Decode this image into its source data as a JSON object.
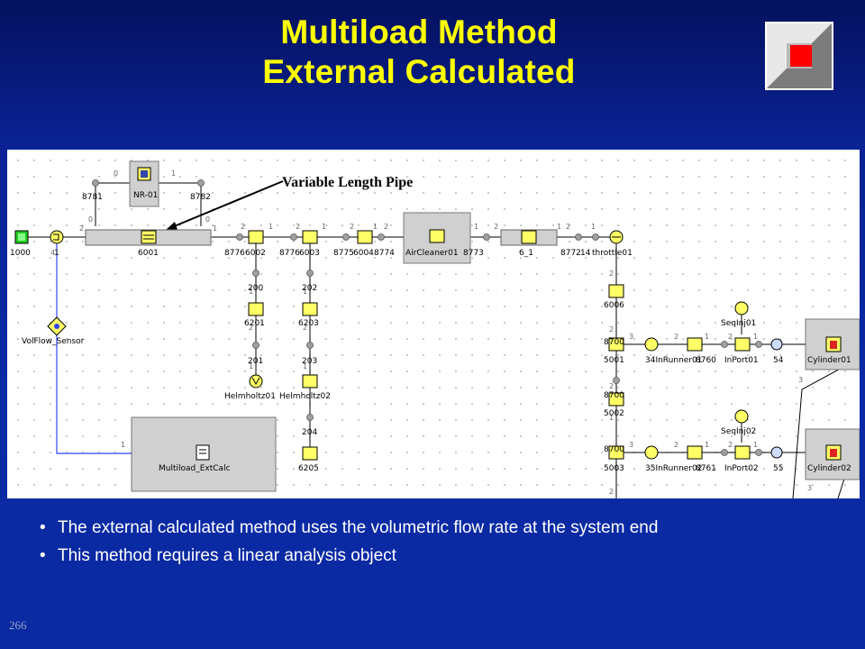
{
  "slide": {
    "title_line1": "Multiload Method",
    "title_line2": "External Calculated",
    "page_number": "266",
    "bullets": [
      "The external calculated method uses the volumetric flow rate at the system end",
      "This method requires a linear analysis object"
    ],
    "bullet_glyph": "•"
  },
  "colors": {
    "title": "#ffff00",
    "background": "#0b2aa6",
    "component_fill": "#ffff66",
    "wire": "#000000",
    "signal_wire": "#3344ff",
    "exit_red": "#ff0000"
  },
  "icons": {
    "exit": "exit-button-icon"
  },
  "diagram": {
    "callout": "Variable Length Pipe",
    "labels": {
      "n1000": "1000",
      "n1": "1",
      "vol_sensor": "VolFlow_Sensor",
      "nr01": "NR-01",
      "n8781": "8781",
      "n8782": "8782",
      "n6001": "6001",
      "n8776a": "8776",
      "n6002": "6002",
      "n8776b": "8776",
      "n6003": "6003",
      "n8775": "8775",
      "n6004": "6004",
      "n8774": "8774",
      "aircleaner": "AirCleaner01",
      "n8773": "8773",
      "n6_1": "6_1",
      "n8772": "8772",
      "n14": "14",
      "throttle": "throttle01",
      "n200": "200",
      "n6201": "6201",
      "n201": "201",
      "helm1": "Helmholtz01",
      "n202": "202",
      "n6203": "6203",
      "n203": "203",
      "helm2": "Helmholtz02",
      "n204": "204",
      "n6205": "6205",
      "multiload": "Multiload_ExtCalc",
      "n6006": "6006",
      "n8700a": "8700",
      "n5001": "5001",
      "n8700b": "8700",
      "n5002": "5002",
      "n8700c": "8700",
      "n5003": "5003",
      "r34": "34InRunner01",
      "n8760a": "8760",
      "r35": "35InRunner02",
      "n8761": "8761",
      "inport01": "InPort01",
      "inport02": "InPort02",
      "seqinj01": "SeqInj01",
      "seqinj02": "SeqInj02",
      "n54": "54",
      "n55": "55",
      "cyl01": "Cylinder01",
      "cyl02": "Cylinder02",
      "d0": "0",
      "d1": "1",
      "d2": "2",
      "d3": "3",
      "d4": "4"
    }
  }
}
